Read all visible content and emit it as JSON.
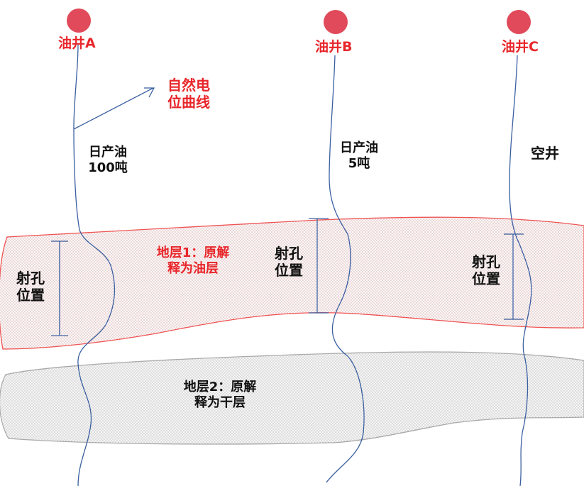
{
  "colors": {
    "well_marker": "#e04a5a",
    "well_label": "#e8262a",
    "curve": "#3a5fa0",
    "layer1_border": "#ef5454",
    "layer2_border": "#aaaaaa",
    "text": "#111111"
  },
  "wells": [
    {
      "name": "油井A",
      "production_label": "日产油",
      "production_value": "100吨"
    },
    {
      "name": "油井B",
      "production_label": "日产油",
      "production_value": "5吨"
    },
    {
      "name": "油井C",
      "status": "空井"
    }
  ],
  "annotation": {
    "curve_label_line1": "自然电",
    "curve_label_line2": "位曲线"
  },
  "layers": [
    {
      "line1": "地层1：原解",
      "line2": "释为油层"
    },
    {
      "line1": "地层2：原解",
      "line2": "释为干层"
    }
  ],
  "perforation": {
    "line1": "射孔",
    "line2": "位置"
  }
}
